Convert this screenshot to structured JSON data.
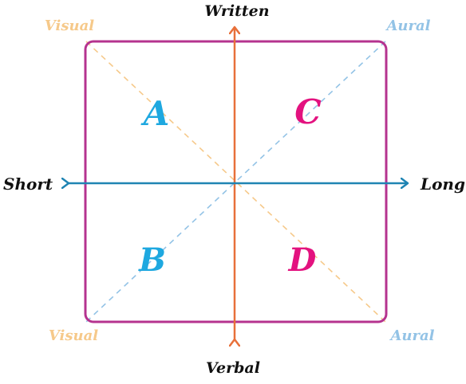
{
  "axes": {
    "top": "Written",
    "bottom": "Verbal",
    "left": "Short",
    "right": "Long"
  },
  "corners": {
    "top_left": "Visual",
    "top_right": "Aural",
    "bottom_left": "Visual",
    "bottom_right": "Aural"
  },
  "quadrants": {
    "top_left": "A",
    "bottom_left": "B",
    "top_right": "C",
    "bottom_right": "D"
  },
  "colors": {
    "frame": "#b5338f",
    "vertical_axis": "#e8703a",
    "horizontal_axis": "#1f84b3",
    "visual_diagonal": "#f6c98a",
    "aural_diagonal": "#93c3e6",
    "quadrant_a_b": "#1ea8e0",
    "quadrant_c_d": "#e3127f",
    "axis_label": "#111111"
  }
}
